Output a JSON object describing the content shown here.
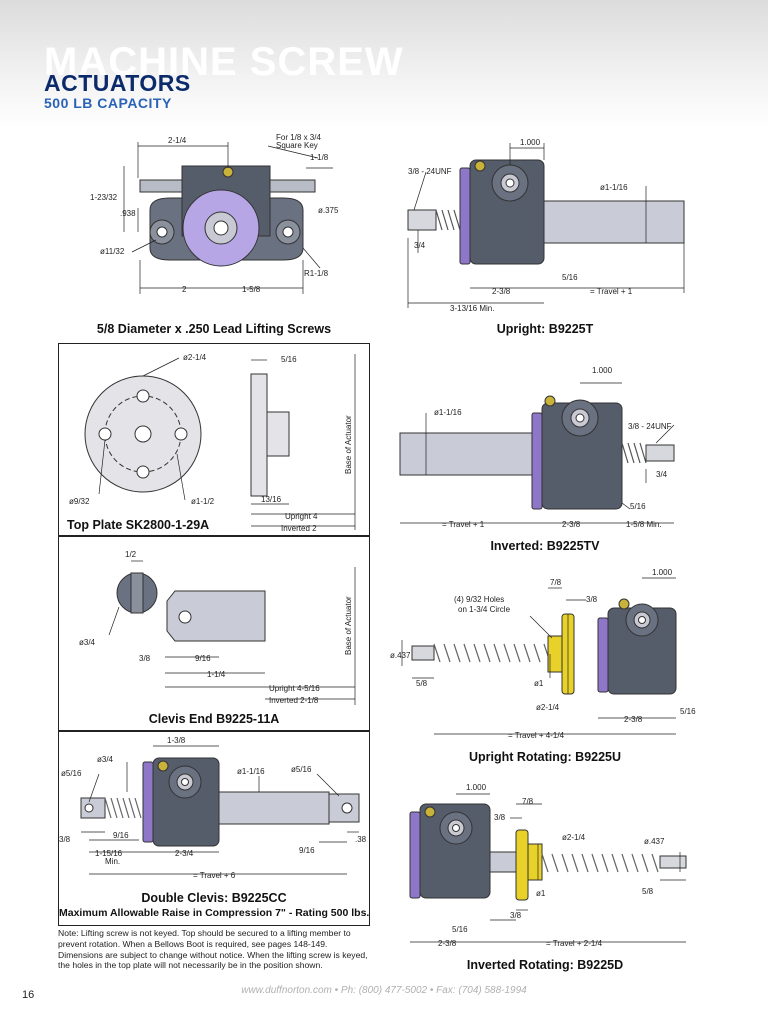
{
  "header": {
    "title_ghost": "MACHINE SCREW",
    "title": "ACTUATORS",
    "subtitle": "500 LB CAPACITY"
  },
  "lead_screws": {
    "caption_fraction": "5/8",
    "caption_text": " Diameter x .250 Lead Lifting Screws",
    "dims": {
      "width_top": "2-1/4",
      "key_note_1": "For 1/8 x 3/4",
      "key_note_2": "Square Key",
      "key_len": "1-1/8",
      "height": "1-23/32",
      "offset": ".938",
      "shaft_dia": "ø.375",
      "hole_dia": "ø11/32",
      "radius": "R1-1/8",
      "base_left": "2",
      "base_right": "1-5/8"
    }
  },
  "upright": {
    "caption": "Upright: B9225T",
    "dims": {
      "width": "1.000",
      "thread": "3/8 - 24UNF",
      "tube_dia": "ø1-1/16",
      "thread_len": "3/4",
      "offset": "5/16",
      "body": "2-3/8",
      "travel": "= Travel + 1",
      "min_len": "3-13/16 Min."
    }
  },
  "top_plate": {
    "caption": "Top Plate SK2800-1-29A",
    "dims": {
      "outer_dia": "ø2-1/4",
      "thickness": "5/16",
      "hole_dia": "ø9/32",
      "bolt_circle": "ø1-1/2",
      "hub": "13/16",
      "upright": "Upright 4",
      "inverted": "Inverted 2",
      "base_label": "Base of Actuator"
    }
  },
  "inverted": {
    "caption": "Inverted: B9225TV",
    "dims": {
      "width": "1.000",
      "tube_dia": "ø1-1/16",
      "thread": "3/8 - 24UNF",
      "thread_len": "3/4",
      "offset": "5/16",
      "travel": "= Travel + 1",
      "body": "2-3/8",
      "min_len": "1-5/8 Min."
    }
  },
  "clevis_end": {
    "caption": "Clevis End B9225-11A",
    "dims": {
      "slot": "1/2",
      "dia": "ø3/4",
      "pin_offset": "3/8",
      "pin_to_face": "9/16",
      "length": "1-1/4",
      "upright": "Upright 4-5/16",
      "inverted": "Inverted 2-1/8",
      "base_label": "Base of Actuator"
    }
  },
  "upright_rotating": {
    "caption": "Upright Rotating: B9225U",
    "dims": {
      "width": "1.000",
      "holes_1": "(4) 9/32 Holes",
      "holes_2": "on 1-3/4 Circle",
      "flange": "7/8",
      "nut_gap": "3/8",
      "screw_dia": "ø.437",
      "end_len": "5/8",
      "bore": "ø1",
      "flange_dia": "ø2-1/4",
      "offset": "5/16",
      "body": "2-3/8",
      "travel": "= Travel + 4-1/4"
    }
  },
  "double_clevis": {
    "caption": "Double Clevis: B9225CC",
    "subcaption": "Maximum Allowable Raise in Compression 7\" - Rating 500 lbs.",
    "dims": {
      "dia_small": "ø3/4",
      "pin_left": "ø5/16",
      "width": "1-3/8",
      "tube_dia": "ø1-1/16",
      "pin_right": "ø5/16",
      "pin_offset": "9/16",
      "end_offset": "3/8",
      "clear": "1-15/16",
      "clear_min": "Min.",
      "body": "2-3/4",
      "right_pin": "9/16",
      "right_edge": ".38",
      "travel": "= Travel + 6"
    }
  },
  "inverted_rotating": {
    "caption": "Inverted Rotating: B9225D",
    "dims": {
      "width": "1.000",
      "flange": "7/8",
      "nut_gap": "3/8",
      "flange_dia": "ø2-1/4",
      "screw_dia": "ø.437",
      "bore": "ø1",
      "end_len": "5/8",
      "offset": "5/16",
      "gap": "3/8",
      "body": "2-3/8",
      "travel": "= Travel + 2-1/4"
    }
  },
  "note": "Note: Lifting screw is not keyed. Top should be secured to a lifting member to prevent rotation. When a Bellows Boot is required, see pages 148-149. Dimensions are subject to change without notice. When the lifting screw is keyed, the holes in the top plate will not necessarily be in the position shown.",
  "page_number": "16",
  "footer": "www.duffnorton.com • Ph: (800) 477-5002 • Fax: (704) 588-1994",
  "colors": {
    "title": "#0b2a6b",
    "subtitle": "#2a62b5",
    "housing": "#5a6170",
    "gear_purple": "#b6a6e6",
    "flange_yellow": "#e8d22a",
    "tube_silver": "#c9ccd6"
  }
}
